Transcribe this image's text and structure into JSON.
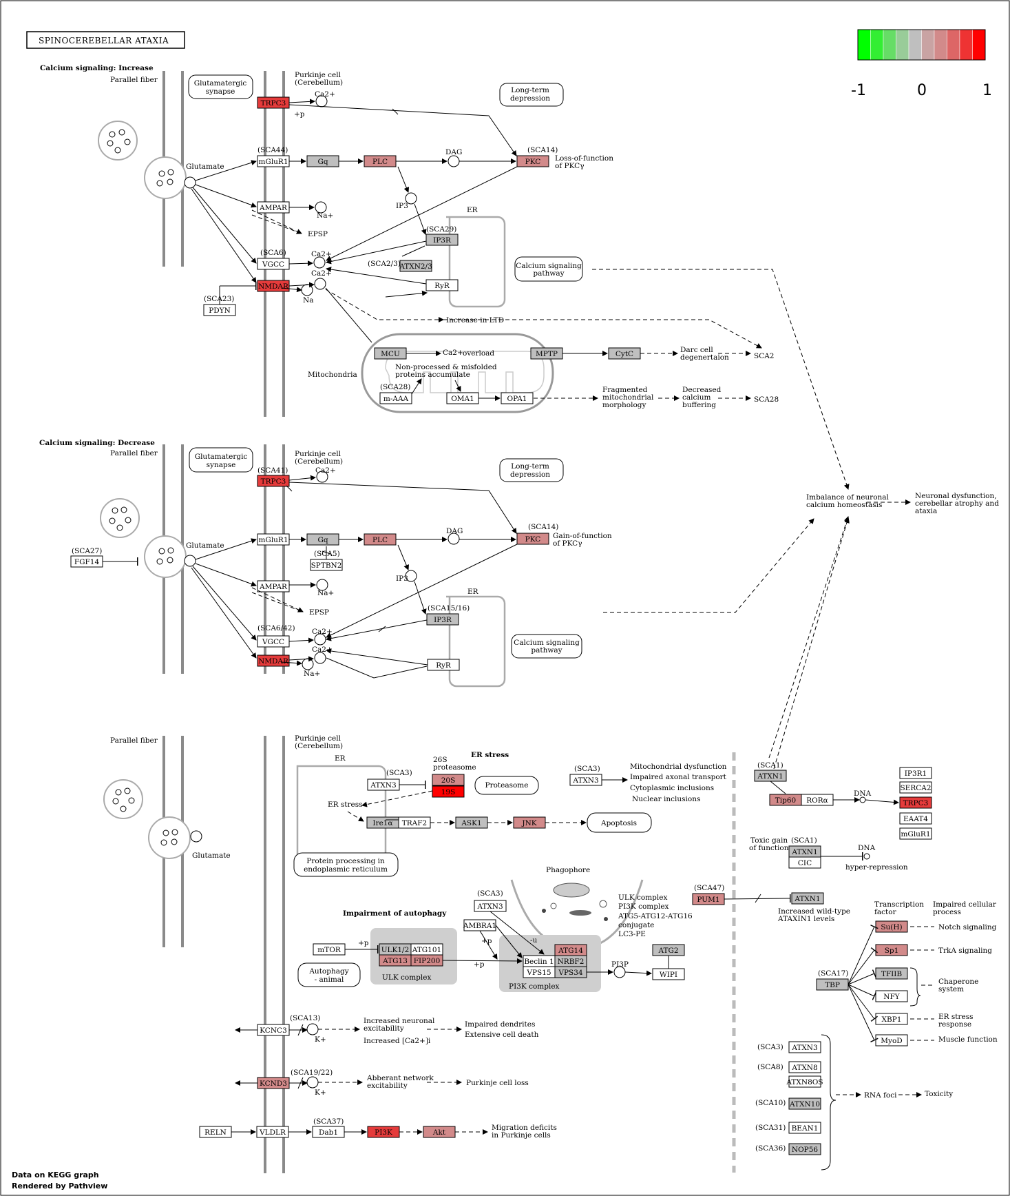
{
  "title": "SPINOCEREBELLAR ATAXIA",
  "legend": {
    "min": "-1",
    "mid": "0",
    "max": "1",
    "colors": [
      "#00ff00",
      "#33ee33",
      "#66dd66",
      "#99cc99",
      "#bfbfbf",
      "#c9a3a3",
      "#d28a8a",
      "#dd6666",
      "#ee3333",
      "#ff0000"
    ]
  },
  "footer": {
    "line1": "Data on KEGG graph",
    "line2": "Rendered by Pathview"
  },
  "sections": {
    "s1": "Calcium signaling: Increase",
    "s2": "Calcium signaling: Decrease",
    "er_stress": "ER stress",
    "autophagy": "Impairment of autophagy"
  },
  "labels": {
    "parallel_fiber": "Parallel fiber",
    "purkinje1": "Purkinje cell",
    "purkinje2": "(Cerebellum)",
    "glut_syn1": "Glutamatergic",
    "glut_syn2": "synapse",
    "glutamate": "Glutamate",
    "ltd1": "Long-term",
    "ltd2": "depression",
    "dag": "DAG",
    "ip3": "IP3",
    "er": "ER",
    "epsp": "EPSP",
    "ca": "Ca2+",
    "na": "Na+",
    "na_plain": "Na",
    "k": "K+",
    "plusp": "+p",
    "sca14": "(SCA14)",
    "loss1": "Loss-of-function",
    "loss2": "of PKCγ",
    "gain1": "Gain-of-function",
    "gain2": "of PKCγ",
    "sca44": "(SCA44)",
    "sca29": "(SCA29)",
    "sca6": "(SCA6)",
    "sca23": "(SCA23)",
    "sca2_3": "(SCA2/3)",
    "casig1": "Calcium signaling",
    "casig2": "pathway",
    "increase_ltd": "Increase in LTD",
    "mito": "Mitochondria",
    "ca_overload": "overload",
    "nonproc1": "Non-processed & misfolded",
    "nonproc2": "proteins accumulate",
    "sca28": "(SCA28)",
    "darc1": "Darc cell",
    "darc2": "degenertaion",
    "frag1": "Fragmented",
    "frag2": "mitochondrial",
    "frag3": "morphology",
    "dec1": "Decreased",
    "dec2": "calcium",
    "dec3": "buffering",
    "sca2": "SCA2",
    "sca28b": "SCA28",
    "sca41": "(SCA41)",
    "sca27": "(SCA27)",
    "sca5": "(SCA5)",
    "sca15_16": "(SCA15/16)",
    "sca6_42": "(SCA6/42)",
    "imb1": "Imbalance of neuronal",
    "imb2": "calcium homeostasis",
    "neur1": "Neuronal dysfunction,",
    "neur2": "cerebellar atrophy and",
    "neur3": "ataxia",
    "sca3": "(SCA3)",
    "proteasome_26s1": "26S",
    "proteasome_26s2": "proteasome",
    "proteasome": "Proteasome",
    "er_stress_small": "ER stress",
    "apoptosis": "Apoptosis",
    "prot1": "Protein processing in",
    "prot2": "endoplasmic reticulum",
    "mito_dys": "Mitochondrial dysfunction",
    "impaired_axonal": "Impaired axonal transport",
    "cyto_incl": "Cytoplasmic inclusions",
    "nuc_incl": "Nuclear inclusions",
    "phagophore": "Phagophore",
    "ulk_cx": "ULK complex",
    "pi3k_cx": "PI3K complex",
    "ulk_complex_l": "ULK complex",
    "pi3k_complex_l": "PI3K complex",
    "atg5": "ATG5-ATG12-ATG16",
    "conj": "conjugate",
    "lc3": "LC3-PE",
    "autoph1": "Autophagy",
    "autoph2": "- animal",
    "pi3p": "PI3P",
    "minus_u": "-u",
    "sca47": "(SCA47)",
    "incr_wt1": "Increased wild-type",
    "incr_wt2": "ATAXIN1 levels",
    "sca13": "(SCA13)",
    "incr_exc1": "Increased neuronal",
    "incr_exc2": "excitability",
    "incr_ca": "Increased [Ca2+]i",
    "imp_dend": "Impaired dendrites",
    "ext_death": "Extensive cell death",
    "sca19": "(SCA19/22)",
    "aberr1": "Abberant network",
    "aberr2": "excitability",
    "purk_loss": "Purkinje cell loss",
    "sca37": "(SCA37)",
    "migr1": "Migration deficits",
    "migr2": "in Purkinje cells",
    "sca1": "(SCA1)",
    "dna": "DNA",
    "toxic1": "Toxic gain",
    "toxic2": "of function",
    "hyper": "hyper-repression",
    "trans1": "Transcription",
    "trans2": "factor",
    "impc1": "Impaired cellular",
    "impc2": "process",
    "notch": "Notch signaling",
    "trka": "TrkA signaling",
    "chap1": "Chaperone",
    "chap2": "system",
    "ers1": "ER stress",
    "ers2": "response",
    "muscle": "Muscle function",
    "sca17": "(SCA17)",
    "sca8": "(SCA8)",
    "sca10": "(SCA10)",
    "sca31": "(SCA31)",
    "sca36": "(SCA36)",
    "rna_foci": "RNA foci",
    "toxicity": "Toxicity"
  },
  "genes": {
    "trpc3_a": "TRPC3",
    "mglur1_a": "mGluR1",
    "gq_a": "Gq",
    "plc_a": "PLC",
    "pkc_a": "PKC",
    "ampar_a": "AMPAR",
    "ip3r_a": "IP3R",
    "atxn23": "ATXN2/3",
    "vgcc_a": "VGCC",
    "nmdar_a": "NMDAR",
    "ryr_a": "RyR",
    "pdyn": "PDYN",
    "mcu": "MCU",
    "mptp": "MPTP",
    "cytc": "CytC",
    "maaa": "m-AAA",
    "oma1": "OMA1",
    "opa1": "OPA1",
    "trpc3_b": "TRPC3",
    "mglur1_b": "mGluR1",
    "gq_b": "Gq",
    "plc_b": "PLC",
    "pkc_b": "PKC",
    "sptbn2": "SPTBN2",
    "fgf14": "FGF14",
    "ampar_b": "AMPAR",
    "ip3r_b": "IP3R",
    "vgcc_b": "VGCC",
    "nmdar_b": "NMDAR",
    "ryr_b": "RyR",
    "atxn3_a": "ATXN3",
    "p20s": "20S",
    "p19s": "19S",
    "ire1a": "Ire1α",
    "traf2": "TRAF2",
    "ask1": "ASK1",
    "jnk": "JNK",
    "atxn3_b": "ATXN3",
    "atxn3_c": "ATXN3",
    "ambra1": "AMBRA1",
    "mtor": "mTOR",
    "ulk12": "ULK1/2",
    "atg101": "ATG101",
    "atg13": "ATG13",
    "fip200": "FIP200",
    "atg14": "ATG14",
    "beclin1": "Beclin 1",
    "nrbf2": "NRBF2",
    "vps15": "VPS15",
    "vps34": "VPS34",
    "atg2": "ATG2",
    "wipi": "WIPI",
    "pum1": "PUM1",
    "atxn1_pum": "ATXN1",
    "kcnc3": "KCNC3",
    "kcnd3": "KCND3",
    "reln": "RELN",
    "vldlr": "VLDLR",
    "dab1": "Dab1",
    "pi3k": "PI3K",
    "akt": "Akt",
    "atxn1_a": "ATXN1",
    "tip60": "Tip60",
    "rora": "RORα",
    "ip3r1": "IP3R1",
    "serca2": "SERCA2",
    "trpc3_c": "TRPC3",
    "eaat4": "EAAT4",
    "mglur1_c": "mGluR1",
    "atxn1_b": "ATXN1",
    "cic": "CIC",
    "suh": "Su(H)",
    "sp1": "Sp1",
    "tfiib": "TFIIB",
    "nfy": "NFY",
    "xbp1": "XBP1",
    "myod": "MyoD",
    "tbp": "TBP",
    "atxn3_d": "ATXN3",
    "atxn8": "ATXN8",
    "atxn8os": "ATXN8OS",
    "atxn10": "ATXN10",
    "bean1": "BEAN1",
    "nop56": "NOP56"
  }
}
